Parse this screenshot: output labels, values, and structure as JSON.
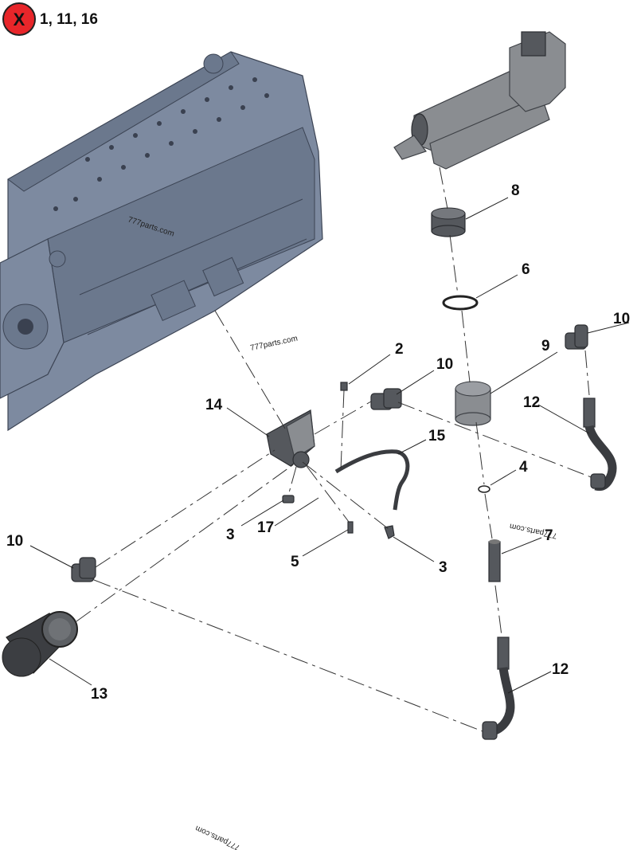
{
  "header": {
    "not_shown_marker": "X",
    "not_shown_items": "1, 11, 16",
    "marker_color": "#e8262a"
  },
  "watermarks": [
    "777parts.com",
    "777parts.com",
    "777parts.com",
    "777parts.com"
  ],
  "callouts": {
    "c2": "2",
    "c3a": "3",
    "c3b": "3",
    "c4": "4",
    "c5": "5",
    "c6": "6",
    "c7": "7",
    "c8": "8",
    "c9": "9",
    "c10a": "10",
    "c10b": "10",
    "c10c": "10",
    "c12a": "12",
    "c12b": "12",
    "c13": "13",
    "c14": "14",
    "c15": "15",
    "c17": "17"
  },
  "icons": {
    "engine": "engine-block-icon",
    "cylinder": "actuator-cylinder-icon",
    "filter": "oil-filter-icon"
  }
}
